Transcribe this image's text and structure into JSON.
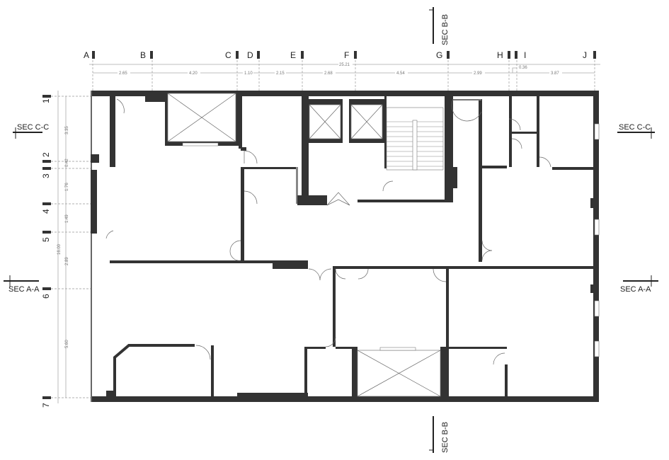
{
  "grid_columns": [
    "A",
    "B",
    "C",
    "D",
    "E",
    "F",
    "G",
    "H",
    "I",
    "J"
  ],
  "grid_rows": [
    "1",
    "2",
    "3",
    "4",
    "5",
    "6",
    "7"
  ],
  "dimensions": {
    "overall_width": "25.21",
    "column_spacings": [
      "2.65",
      "4.20",
      "1.10",
      "2.15",
      "2.68",
      "4.54",
      "2.99",
      "0.36",
      "3.87"
    ],
    "overall_height": "16.00",
    "row_spacings": [
      "3.35",
      "0.42",
      "1.76",
      "1.49",
      "2.89",
      "5.60"
    ]
  },
  "sections": {
    "b_top": "SEC B-B",
    "b_bottom": "SEC B-B",
    "c_left": "SEC C-C",
    "c_right": "SEC C-C",
    "a_left": "SEC A-A",
    "a_right": "SEC A-A"
  }
}
